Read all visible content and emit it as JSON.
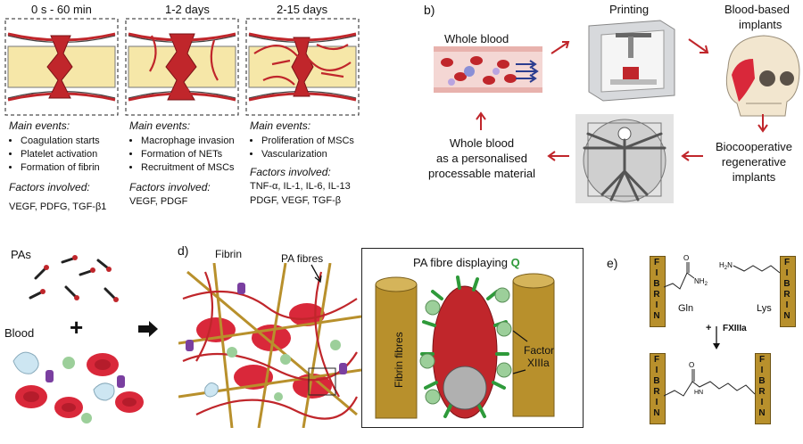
{
  "panel_a": {
    "stages": [
      {
        "title": "0 s - 60 min",
        "events_heading": "Main events:",
        "events": [
          "Coagulation starts",
          "Platelet activation",
          "Formation of fibrin"
        ],
        "factors_heading": "Factors involved:",
        "factors": [
          "VEGF, PDFG, TGF-β1"
        ]
      },
      {
        "title": "1-2 days",
        "events_heading": "Main events:",
        "events": [
          "Macrophage invasion",
          "Formation of NETs",
          "Recruitment of MSCs"
        ],
        "factors_heading": "Factors involved:",
        "factors": [
          "VEGF, PDGF"
        ]
      },
      {
        "title": "2-15 days",
        "events_heading": "Main events:",
        "events": [
          "Proliferation of MSCs",
          "Vascularization"
        ],
        "factors_heading": "Factors involved:",
        "factors": [
          "TNF-α, IL-1, IL-6, IL-13",
          "PDGF, VEGF, TGF-β"
        ]
      }
    ]
  },
  "panel_b": {
    "letter": "b)",
    "whole_blood": "Whole blood",
    "printing": "Printing",
    "implants": [
      "Blood-based",
      "implants"
    ],
    "regenerative": [
      "Biocooperative",
      "regenerative",
      "implants"
    ],
    "material": [
      "Whole blood",
      "as a personalised",
      "processable material"
    ]
  },
  "panel_c": {
    "pas": "PAs",
    "plus": "+",
    "blood": "Blood"
  },
  "panel_d": {
    "letter": "d)",
    "fibrin": "Fibrin",
    "pa_fibres": "PA fibres",
    "inset_title": "PA fibre displaying ",
    "inset_q": "Q",
    "fibrin_fibres": "Fibrin fibres",
    "factor": [
      "Factor",
      "XIIIa"
    ]
  },
  "panel_e": {
    "letter": "e)",
    "fibrin_letters": [
      "F",
      "I",
      "B",
      "R",
      "I",
      "N"
    ],
    "gln": "Gln",
    "lys": "Lys",
    "plus": "+",
    "enzyme": "FXIIIa",
    "nh2": "NH",
    "nh2_sub": "2",
    "h2n": "H",
    "h2n_sub": "2",
    "h2n_n": "N",
    "o": "O",
    "hn": "HN"
  },
  "colors": {
    "blood_red": "#c0262b",
    "bone_yellow": "#f6e7a8",
    "fibrin_gold": "#b8902c",
    "platelet_green": "#9ccf9a",
    "arrow_red": "#c0262b"
  }
}
